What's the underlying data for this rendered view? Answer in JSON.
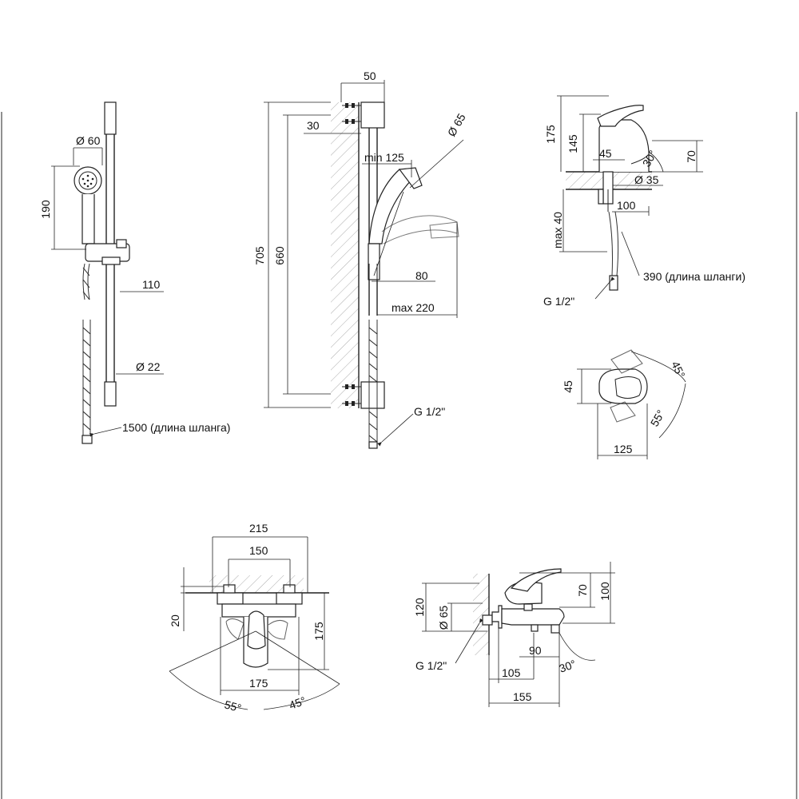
{
  "shower_set": {
    "head_diameter": "Ø 60",
    "head_height": "190",
    "holder_offset": "110",
    "rail_diameter": "Ø 22",
    "hose_length": "1500 (длина шланга)"
  },
  "shower_side": {
    "rail_depth": "50",
    "offset_30": "30",
    "height_705": "705",
    "height_660": "660",
    "min_125": "min 125",
    "head_diameter": "Ø 65",
    "angle_80": "80",
    "max_220": "max 220",
    "thread": "G 1/2\""
  },
  "basin_side": {
    "height_175": "175",
    "height_145": "145",
    "spout_45": "45",
    "angle_30": "30°",
    "height_70": "70",
    "base_diameter": "Ø 35",
    "depth_100": "100",
    "max_40": "max 40",
    "hose_length": "390 (длина шланги)",
    "thread": "G 1/2\""
  },
  "basin_top": {
    "width_45": "45",
    "angle_45": "45°",
    "angle_55": "55°",
    "width_125": "125"
  },
  "bath_front": {
    "width_215": "215",
    "width_150": "150",
    "height_20": "20",
    "height_175": "175",
    "width_175": "175",
    "angle_55": "55°",
    "angle_45": "45°"
  },
  "bath_side": {
    "height_120": "120",
    "diameter_65": "Ø 65",
    "height_70": "70",
    "height_100": "100",
    "thread": "G 1/2\"",
    "depth_90": "90",
    "depth_105": "105",
    "angle_30": "30°",
    "depth_155": "155"
  }
}
